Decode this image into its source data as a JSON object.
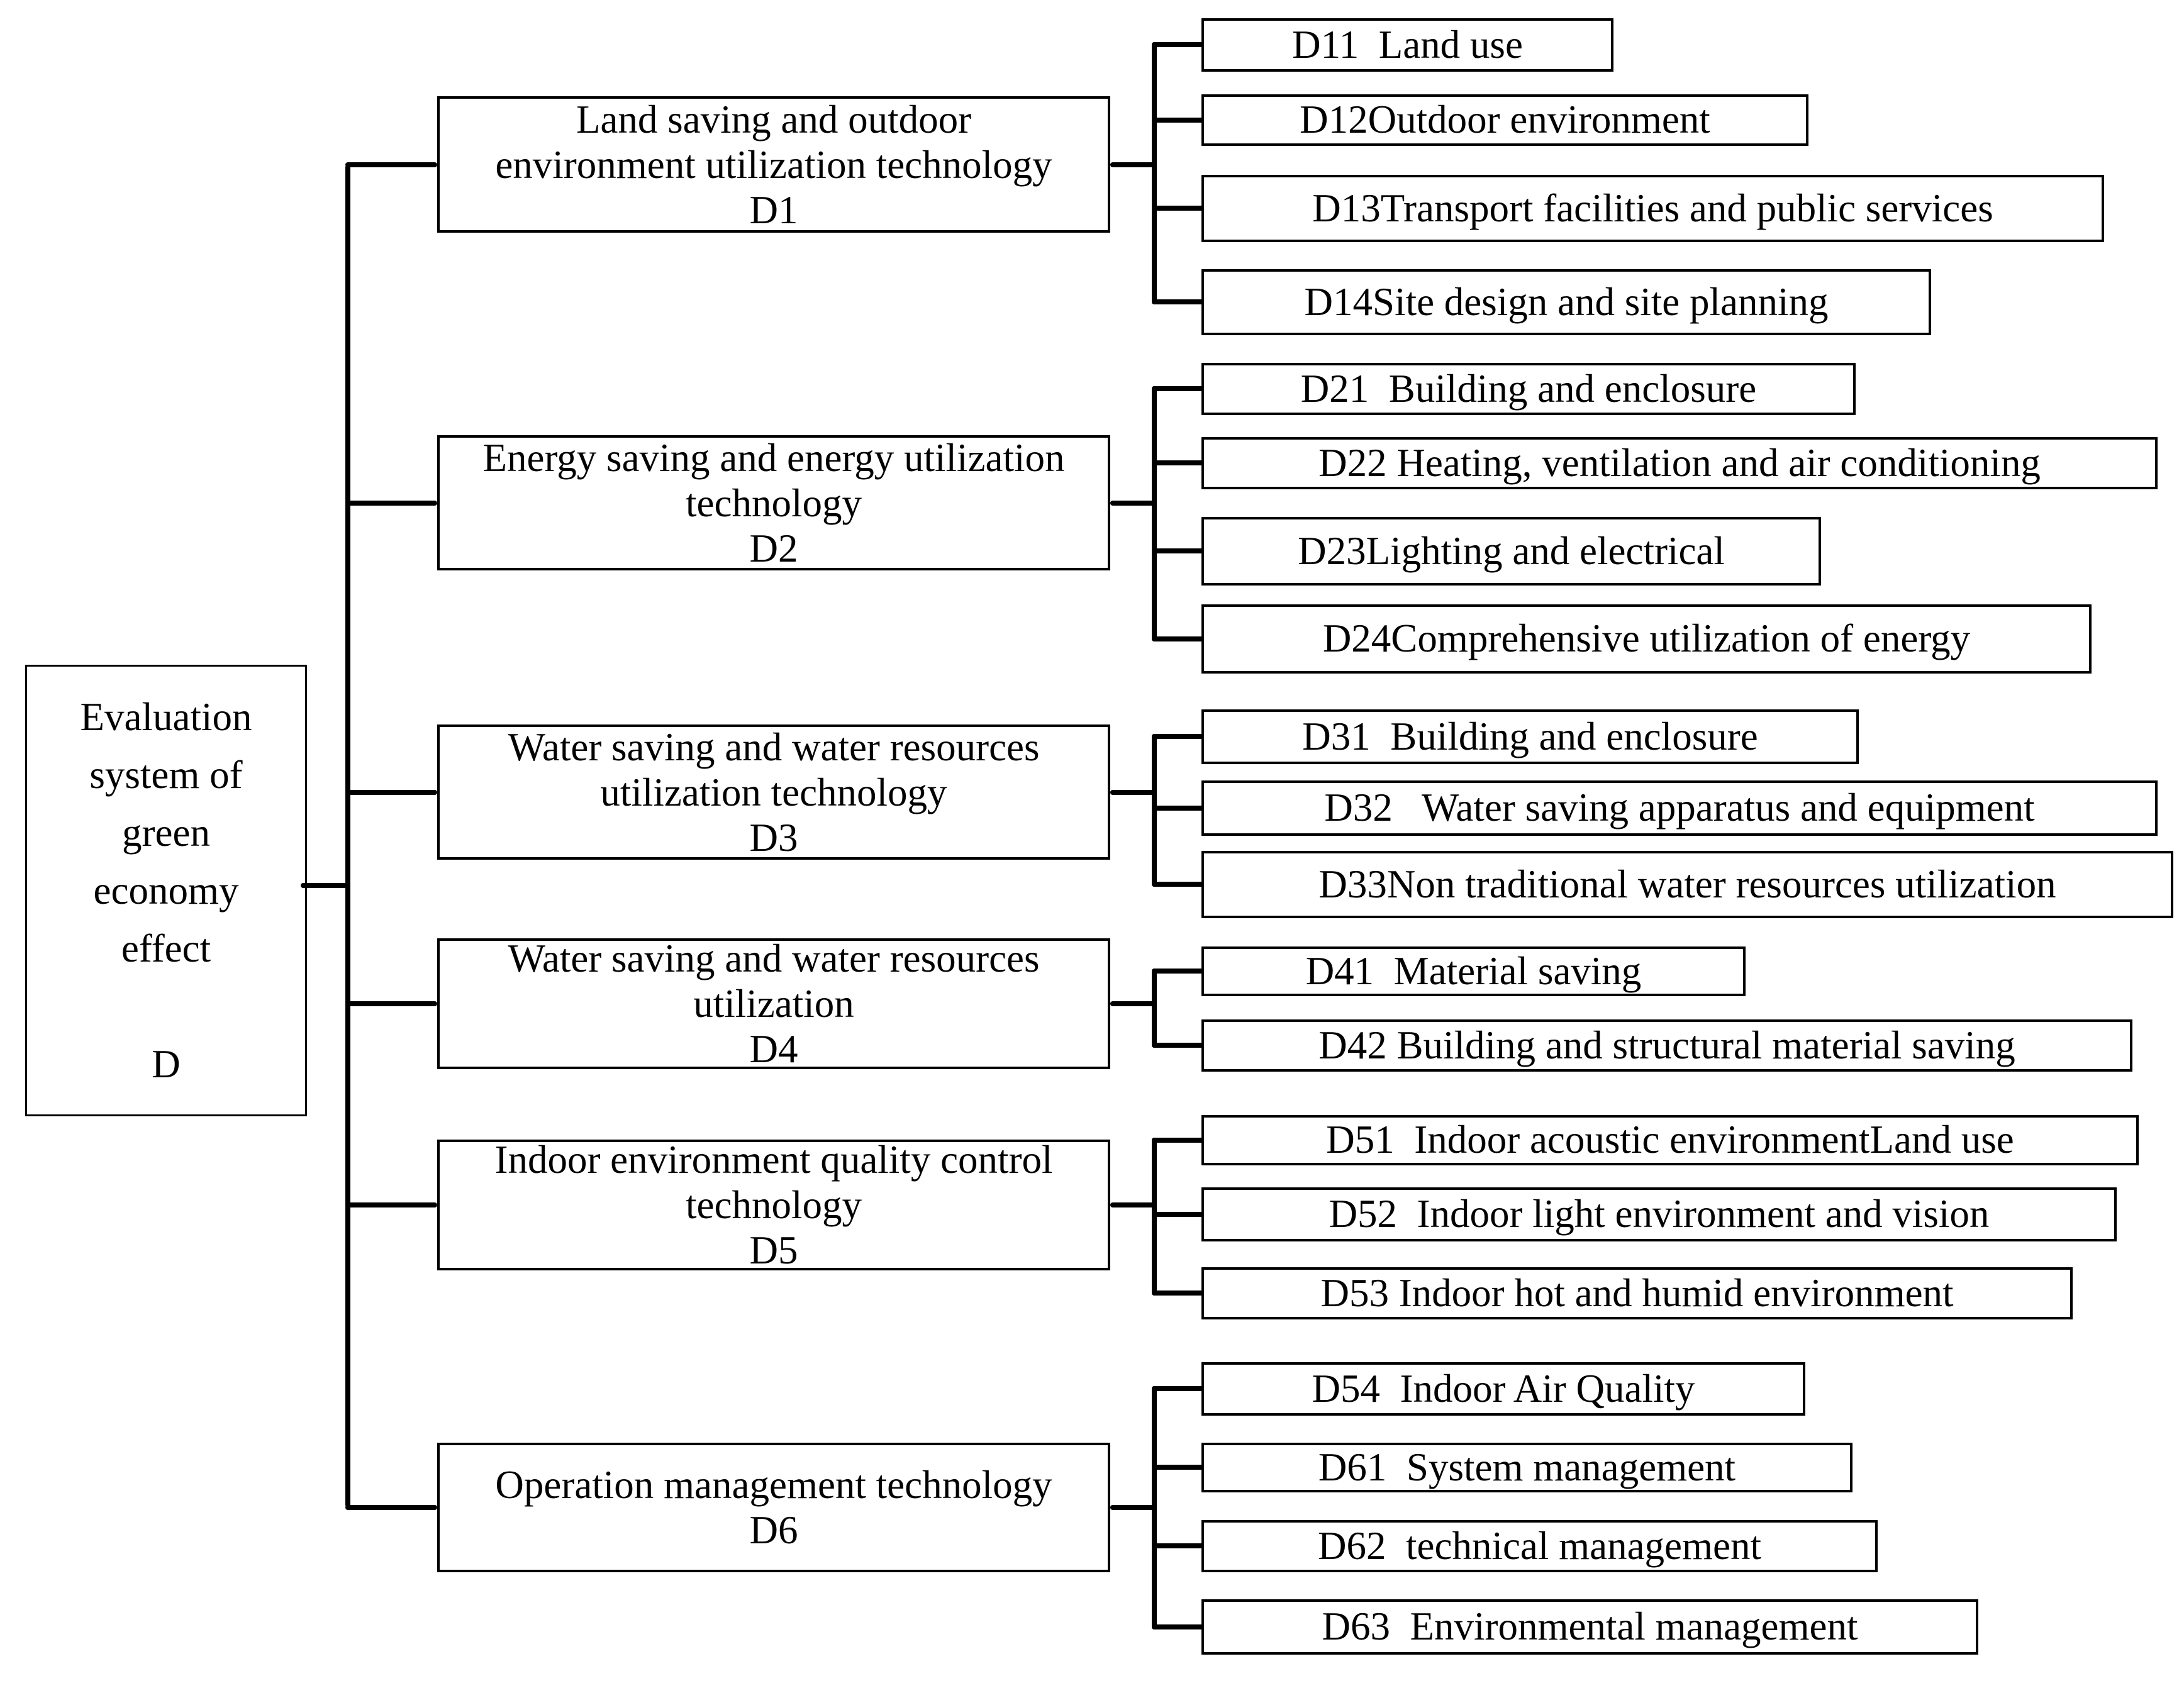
{
  "diagram": {
    "ink_color": "#000000",
    "background_color": "#ffffff"
  },
  "root": {
    "lines": [
      "Evaluation",
      "system of",
      "green",
      "economy",
      "effect",
      "",
      "D"
    ]
  },
  "branches": [
    {
      "lines": [
        "Land saving and outdoor",
        "environment utilization technology",
        "D1"
      ]
    },
    {
      "lines": [
        "Energy saving and energy utilization",
        "technology",
        "D2"
      ]
    },
    {
      "lines": [
        "Water saving and water resources",
        "utilization technology",
        "D3"
      ]
    },
    {
      "lines": [
        "Water saving and water resources",
        "utilization",
        "D4"
      ]
    },
    {
      "lines": [
        "Indoor environment quality control",
        "technology",
        "D5"
      ]
    },
    {
      "lines": [
        "Operation management technology",
        "D6"
      ]
    }
  ],
  "leaves": [
    "D11  Land use",
    "D12Outdoor environment",
    "D13Transport facilities and public services",
    "D14Site design and site planning",
    "D21  Building and enclosure",
    "D22 Heating, ventilation and air conditioning",
    "D23Lighting and electrical",
    "D24Comprehensive utilization of energy",
    "D31  Building and enclosure",
    "D32   Water saving apparatus and equipment",
    "D33Non traditional water resources utilization",
    "D41  Material saving",
    "D42 Building and structural material saving",
    "D51  Indoor acoustic environmentLand use",
    "D52  Indoor light environment and vision",
    "D53 Indoor hot and humid environment",
    "D54  Indoor Air Quality",
    "D61  System management",
    "D62  technical management",
    "D63  Environmental management"
  ]
}
